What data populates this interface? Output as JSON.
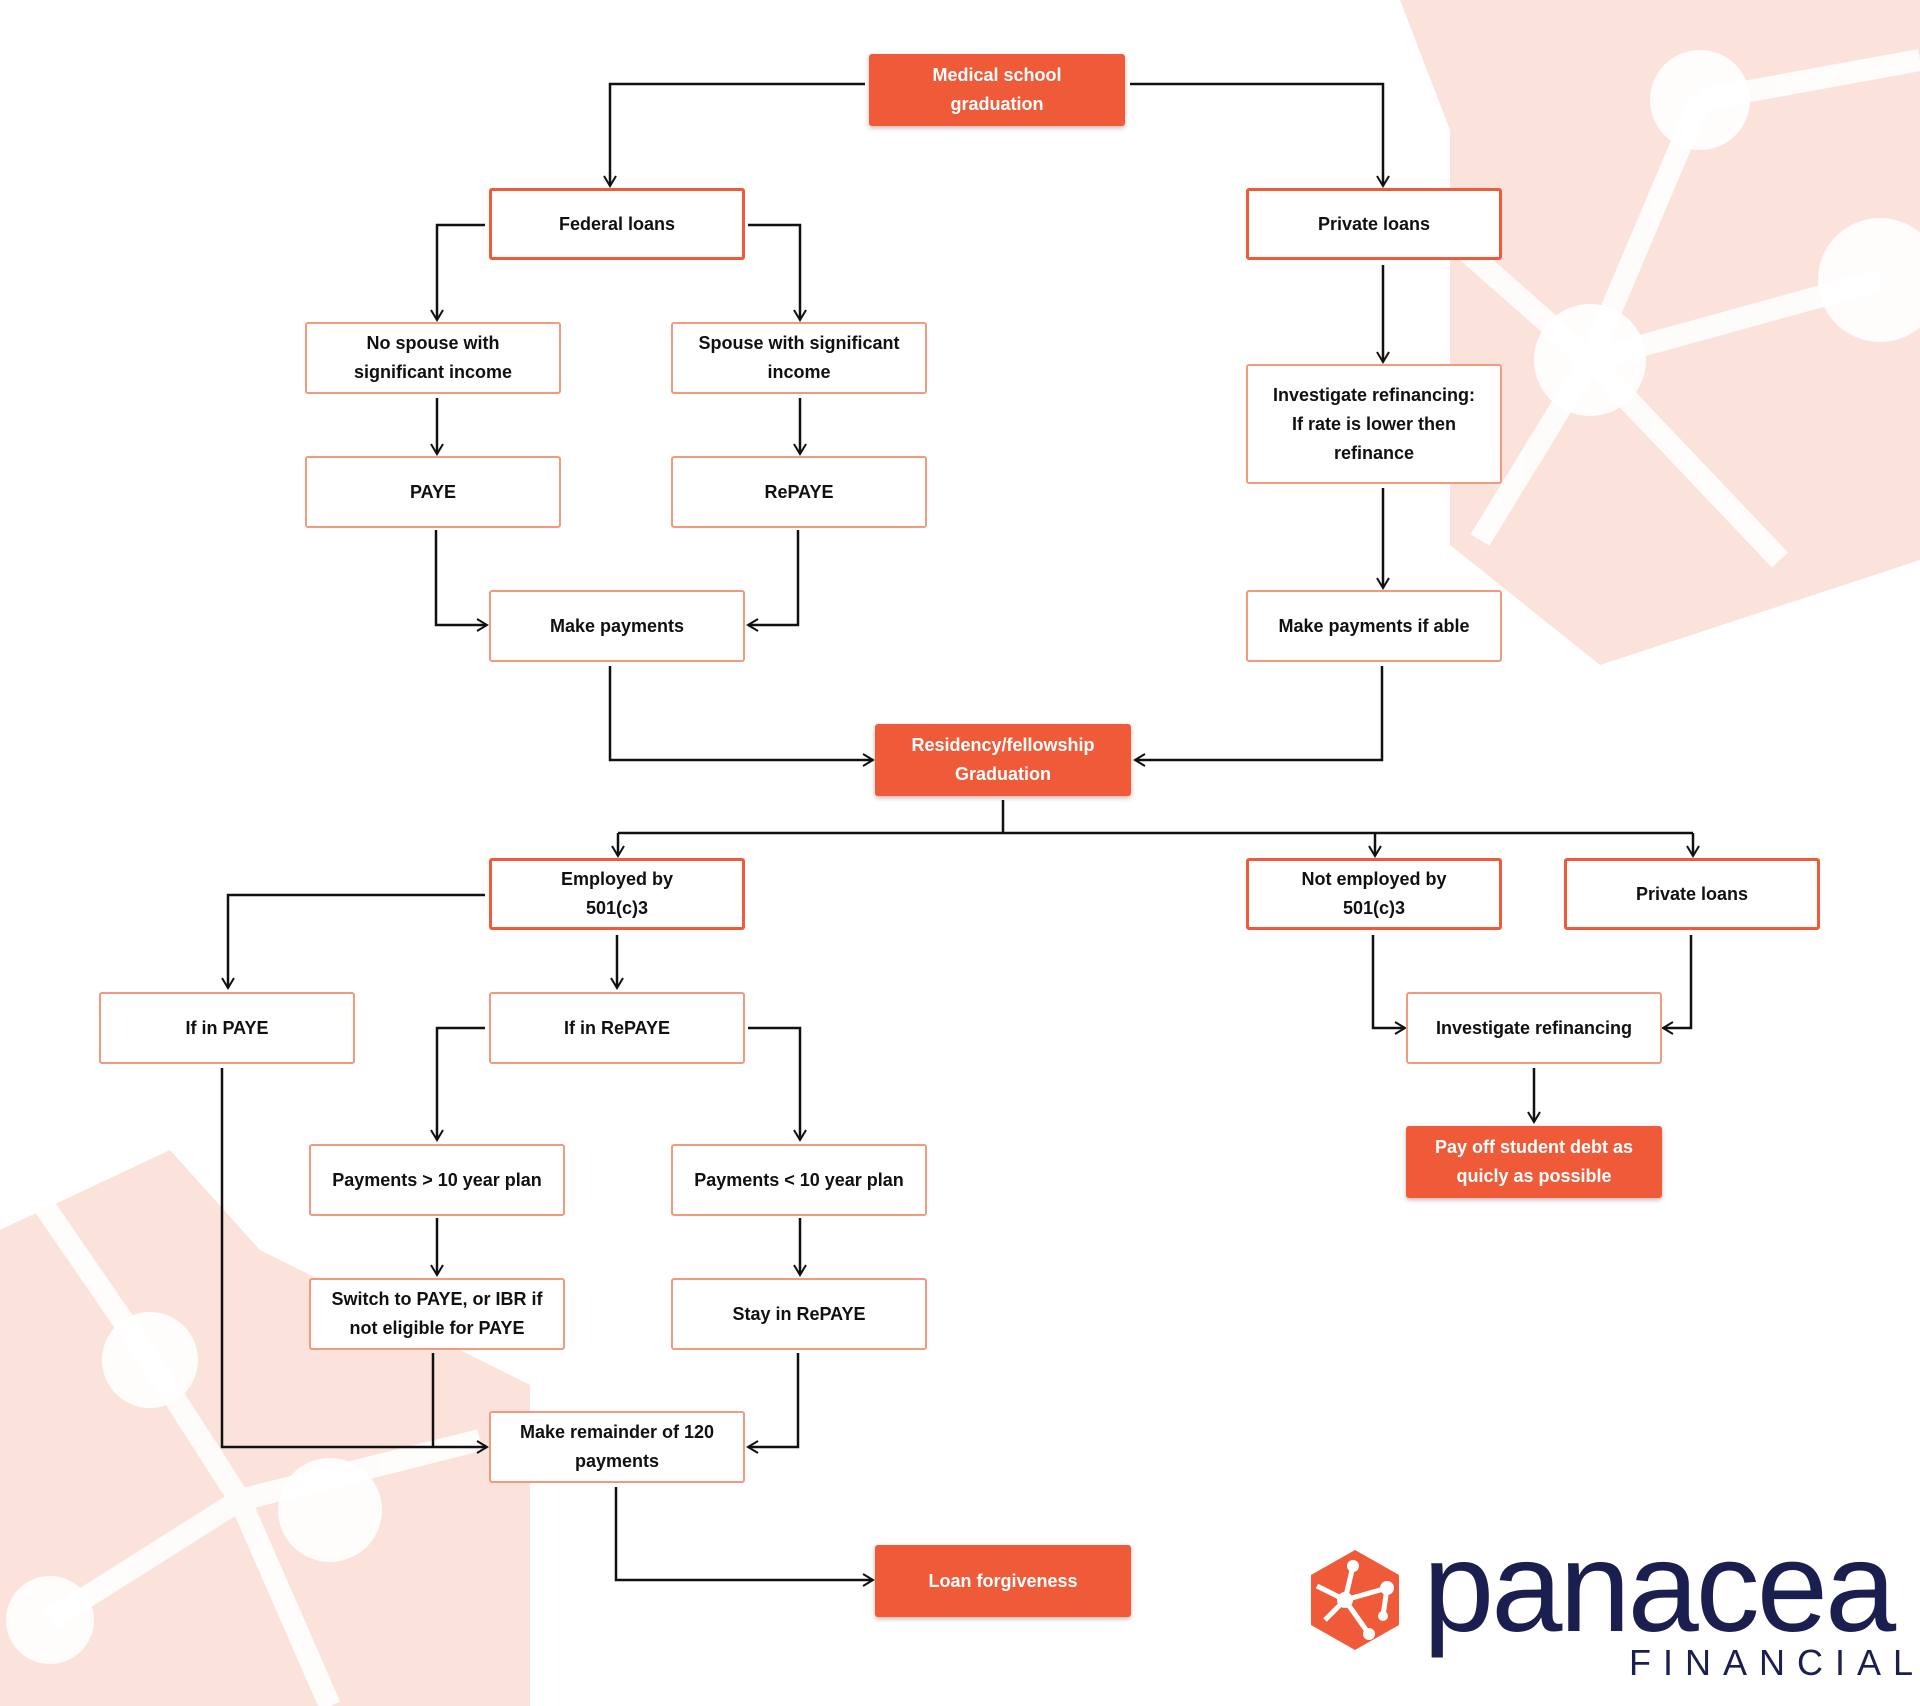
{
  "colors": {
    "accent": "#ef5b39",
    "border_light": "#f29a80",
    "connector": "#111111",
    "brand_navy": "#1b1f4f",
    "background_pattern": "#fbe3dc"
  },
  "nodes": {
    "med_grad": "Medical school\ngraduation",
    "federal_loans": "Federal loans",
    "private_loans_1": "Private loans",
    "no_spouse": "No spouse with\nsignificant income",
    "spouse": "Spouse with significant\nincome",
    "investigate_refi_1": "Investigate refinancing:\nIf rate is lower then\nrefinance",
    "paye": "PAYE",
    "repaye": "RePAYE",
    "make_payments": "Make payments",
    "make_payments_if_able": "Make payments if able",
    "residency_grad": "Residency/fellowship\nGraduation",
    "employed_501": "Employed by\n501(c)3",
    "not_employed_501": "Not employed by\n501(c)3",
    "private_loans_2": "Private loans",
    "if_paye": "If in PAYE",
    "if_repaye": "If in RePAYE",
    "investigate_refi_2": "Investigate refinancing",
    "pay_off": "Pay off student debt as\nquicly as possible",
    "payments_gt": "Payments > 10 year plan",
    "payments_lt": "Payments <  10 year plan",
    "switch_paye": "Switch to PAYE, or IBR if\nnot eligible for PAYE",
    "stay_repaye": "Stay in RePAYE",
    "make_remainder": "Make remainder of 120\npayments",
    "loan_forgiveness": "Loan forgiveness"
  },
  "logo": {
    "word": "panacea",
    "sub": "FINANCIAL",
    "icon": "panacea-network-hexagon-icon"
  }
}
